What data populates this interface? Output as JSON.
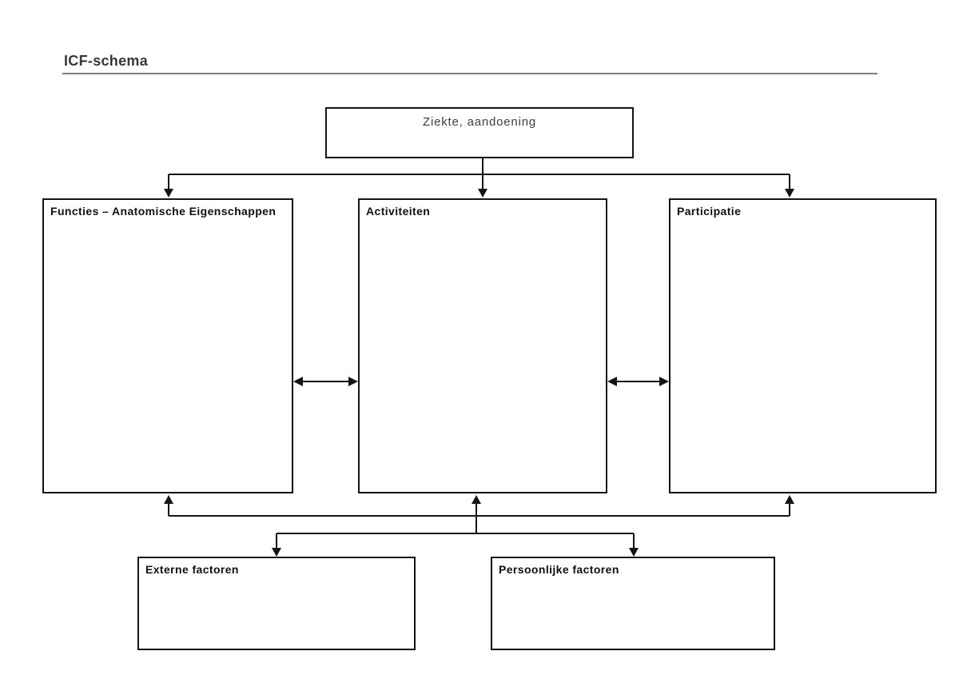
{
  "title": "ICF-schema",
  "diagram": {
    "top_box": {
      "label": "Ziekte, aandoening"
    },
    "main_boxes": [
      {
        "id": "functies",
        "label": "Functies – Anatomische Eigenschappen"
      },
      {
        "id": "activiteiten",
        "label": "Activiteiten"
      },
      {
        "id": "participatie",
        "label": "Participatie"
      }
    ],
    "bottom_boxes": [
      {
        "id": "externe",
        "label": "Externe factoren"
      },
      {
        "id": "persoonlijke",
        "label": "Persoonlijke factoren"
      }
    ],
    "connections": [
      {
        "from": "Ziekte, aandoening",
        "to": "Functies – Anatomische Eigenschappen",
        "type": "one-way-down"
      },
      {
        "from": "Ziekte, aandoening",
        "to": "Activiteiten",
        "type": "one-way-down"
      },
      {
        "from": "Ziekte, aandoening",
        "to": "Participatie",
        "type": "one-way-down"
      },
      {
        "from": "Functies – Anatomische Eigenschappen",
        "to": "Activiteiten",
        "type": "two-way"
      },
      {
        "from": "Activiteiten",
        "to": "Participatie",
        "type": "two-way"
      },
      {
        "from": "bottom-connector",
        "to": "Functies – Anatomische Eigenschappen",
        "type": "arrow-up"
      },
      {
        "from": "bottom-connector",
        "to": "Activiteiten",
        "type": "arrow-up"
      },
      {
        "from": "bottom-connector",
        "to": "Participatie",
        "type": "arrow-up"
      },
      {
        "from": "bottom-connector",
        "to": "Externe factoren",
        "type": "arrow-down"
      },
      {
        "from": "bottom-connector",
        "to": "Persoonlijke factoren",
        "type": "arrow-down"
      }
    ],
    "colors": {
      "line": "#151515",
      "box_border": "#151515",
      "label_text": "#111111",
      "muted_text": "#3f3f3f",
      "title_text": "#383838",
      "title_underline": "#7f7f7f",
      "background": "#ffffff"
    }
  }
}
